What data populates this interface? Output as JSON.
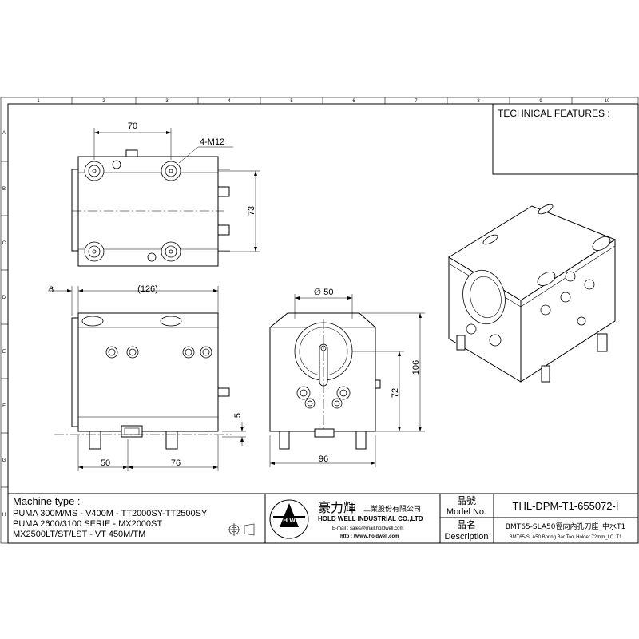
{
  "grid": {
    "columns": [
      "1",
      "2",
      "3",
      "4",
      "5",
      "6",
      "7",
      "8",
      "9",
      "10"
    ],
    "rows": [
      "A",
      "B",
      "C",
      "D",
      "E",
      "F",
      "G",
      "H"
    ]
  },
  "technical_features": {
    "title": "TECHNICAL FEATURES :"
  },
  "dimensions": {
    "top_70": "70",
    "top_thread": "4-M12",
    "top_73": "73",
    "side_6": "6",
    "side_126": "(126)",
    "side_5": "5",
    "side_50": "50",
    "side_76": "76",
    "front_dia": "∅ 50",
    "front_106": "106",
    "front_72": "72",
    "front_96": "96"
  },
  "machine": {
    "label": "Machine type :",
    "lines": [
      "PUMA 300M/MS - V400M - TT2000SY-TT2500SY",
      "PUMA 2600/3100 SERIE - MX2000ST",
      "MX2500LT/ST/LST - VT 450M/TM"
    ]
  },
  "company": {
    "name_cn": "豪力輝",
    "name_cn_suffix": "工業股份有限公司",
    "name_en": "HOLD WELL INDUSTRIAL CO.,LTD",
    "email": "E-mail : sales@mail.holdwell.com",
    "web": "http : //www.holdwell.com",
    "logo_letters": "H W"
  },
  "title_block": {
    "model_label_cn": "品號",
    "model_label_en": "Model No.",
    "model_value": "THL-DPM-T1-655072-I",
    "desc_label_cn": "品名",
    "desc_label_en": "Description",
    "desc_value_cn": "BMT65-SLA50徑向內孔刀座_中水T1",
    "desc_value_en": "BMT65-SLA50 Boring Bar Tool Holder 72mm_I.C. T1"
  }
}
